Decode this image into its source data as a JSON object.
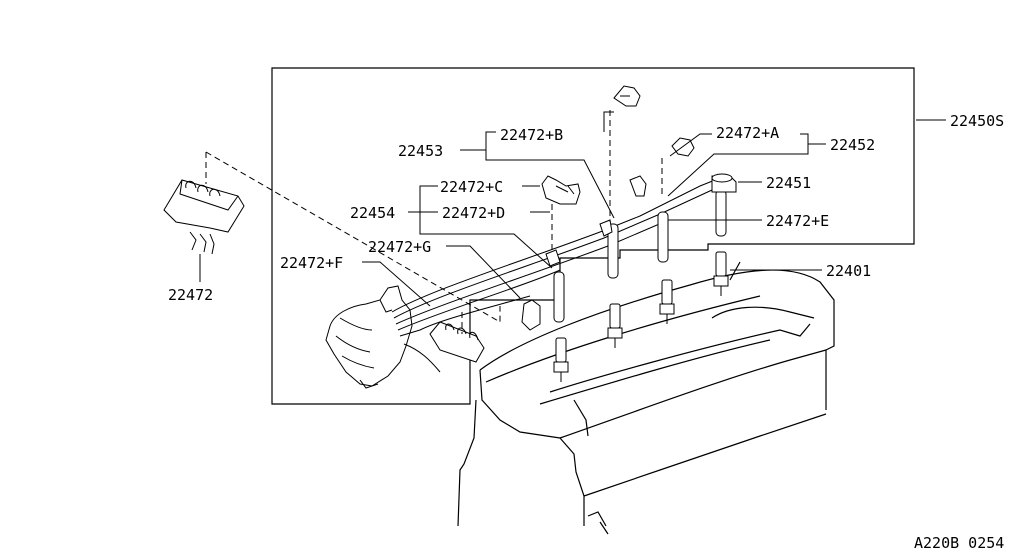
{
  "diagram": {
    "labels": {
      "kit": "22450S",
      "clip_a": "22472+A",
      "clip_b": "22472+B",
      "clip_c": "22472+C",
      "clip_d": "22472+D",
      "clip_e": "22472+E",
      "clip_f": "22472+F",
      "clip_g": "22472+G",
      "wire_22451": "22451",
      "wire_22452": "22452",
      "wire_22453": "22453",
      "wire_22454": "22454",
      "spark_plug": "22401",
      "clip_loose": "22472",
      "figure_code": "A220B 0254"
    }
  }
}
